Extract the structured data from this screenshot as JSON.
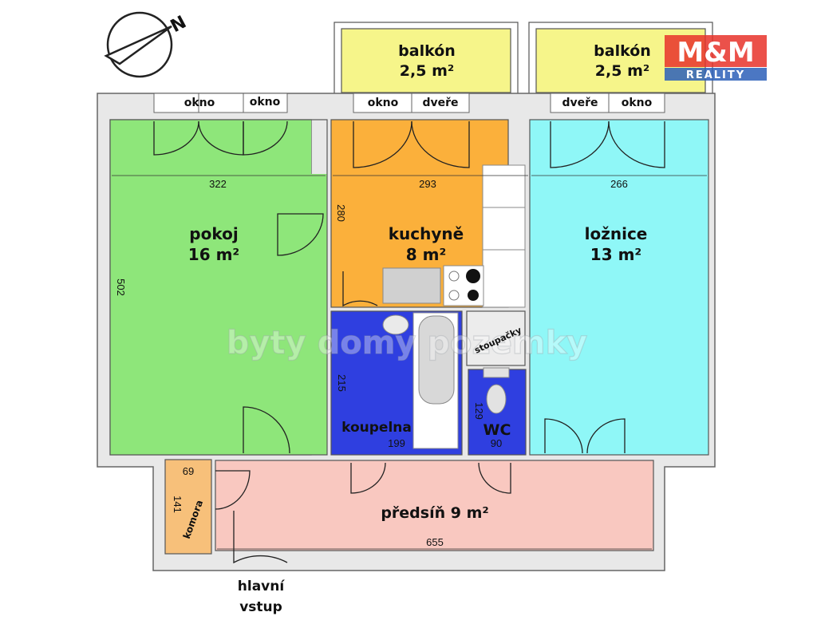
{
  "balconies": [
    {
      "name": "balkón",
      "area": "2,5 m²"
    },
    {
      "name": "balkón",
      "area": "2,5 m²"
    }
  ],
  "openings": [
    "okno",
    "okno",
    "okno",
    "dveře",
    "dveře",
    "okno"
  ],
  "rooms": {
    "pokoj": {
      "name": "pokoj",
      "area": "16 m²",
      "width": "322",
      "depth": "502"
    },
    "kuchyne": {
      "name": "kuchyně",
      "area": "8 m²",
      "width": "293",
      "depth": "280"
    },
    "loznice": {
      "name": "ložnice",
      "area": "13 m²",
      "width": "266"
    },
    "koupelna": {
      "name": "koupelna",
      "width": "199",
      "depth": "215"
    },
    "stoupacky": {
      "name": "stoupačky"
    },
    "wc": {
      "name": "WC",
      "width": "90",
      "depth": "129"
    },
    "komora": {
      "name": "komora",
      "width": "69",
      "depth": "141"
    },
    "predsin": {
      "name": "předsíň 9 m²",
      "width": "655"
    }
  },
  "entrance": {
    "line1": "hlavní",
    "line2": "vstup"
  },
  "logo": {
    "text1": "M&M",
    "text2": "REALITY"
  },
  "watermark": "byty domy pozemky",
  "compass": {
    "label": "N"
  },
  "colors": {
    "pokoj": "#8ee67a",
    "kuchyne": "#fbb03b",
    "loznice": "#8ff7f7",
    "koupelna": "#2f3fe0",
    "wc": "#2f3fe0",
    "stoupacky": "#ececec",
    "predsin": "#f9c8c0",
    "komora": "#f7c07a",
    "balcony": "#f6f58a",
    "wall": "#e8e8e8",
    "entrance_text": "#e00000",
    "logo_red": "#e8332a"
  }
}
